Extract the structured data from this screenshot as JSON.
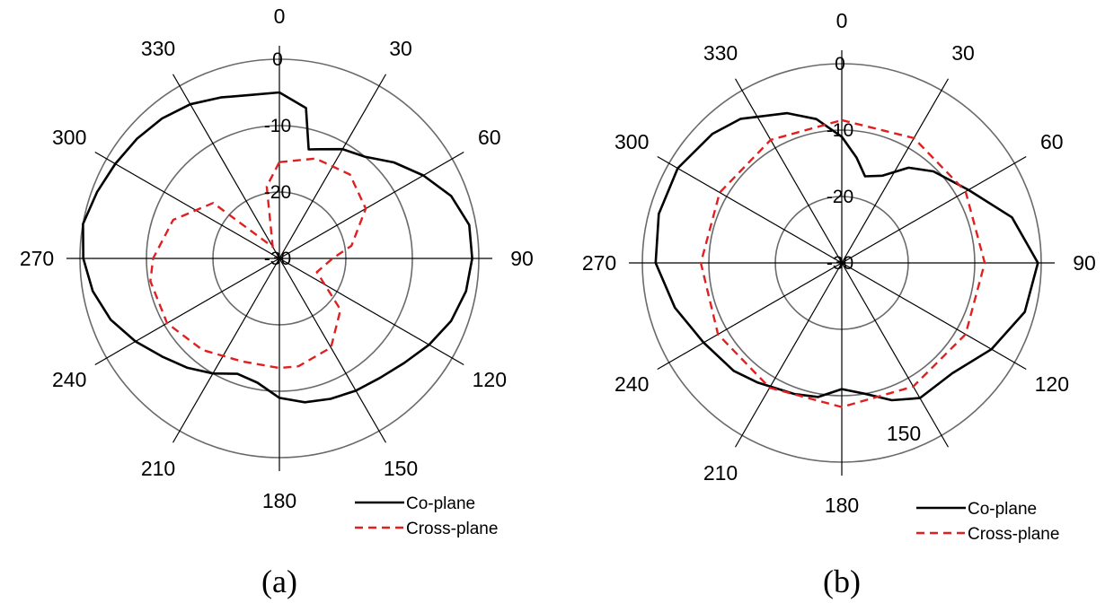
{
  "chart_data": [
    {
      "type": "polar-line",
      "caption": "(a)",
      "angle_labels": [
        "0",
        "30",
        "60",
        "90",
        "120",
        "150",
        "180",
        "210",
        "240",
        "270",
        "300",
        "330"
      ],
      "radial_labels": [
        "0",
        "-10",
        "-20",
        "-30"
      ],
      "rlim": [
        -30,
        0
      ],
      "grid": true,
      "legend_position": "bottom-right",
      "series": [
        {
          "name": "Co-plane",
          "style": "solid",
          "color": "#000000",
          "theta": [
            0,
            10,
            15,
            20,
            30,
            40,
            50,
            60,
            70,
            80,
            90,
            100,
            110,
            120,
            130,
            140,
            150,
            160,
            170,
            180,
            190,
            200,
            210,
            220,
            230,
            240,
            250,
            260,
            270,
            280,
            290,
            300,
            310,
            320,
            330,
            340,
            350,
            360
          ],
          "r": [
            -5,
            -7,
            -13,
            -12.5,
            -11,
            -10,
            -7.5,
            -5,
            -2.5,
            -1,
            -1,
            -1.5,
            -2.5,
            -4,
            -5.5,
            -6.5,
            -7,
            -7.5,
            -8,
            -9,
            -11,
            -11.5,
            -10,
            -8.5,
            -7,
            -5,
            -3,
            -1.5,
            -0.5,
            0,
            -0.8,
            -1.5,
            -2,
            -2.5,
            -3.2,
            -4.2,
            -5,
            -5
          ]
        },
        {
          "name": "Cross-plane",
          "style": "dashed",
          "color": "#e02020",
          "theta": [
            0,
            20,
            40,
            60,
            80,
            90,
            110,
            130,
            150,
            170,
            180,
            200,
            220,
            240,
            260,
            270,
            290,
            310,
            330,
            350,
            360
          ],
          "r": [
            -15.5,
            -14,
            -13.5,
            -15,
            -19,
            -22,
            -24,
            -18,
            -14.5,
            -13.5,
            -13.5,
            -13.5,
            -12,
            -10.5,
            -10.3,
            -11,
            -13,
            -17,
            -28,
            -19,
            -15.5
          ]
        }
      ]
    },
    {
      "type": "polar-line",
      "caption": "(b)",
      "angle_labels": [
        "0",
        "30",
        "60",
        "90",
        "120",
        "150",
        "180",
        "210",
        "240",
        "270",
        "300",
        "330"
      ],
      "radial_labels": [
        "0",
        "-10",
        "-20",
        "-30"
      ],
      "rlim": [
        -30,
        0
      ],
      "grid": true,
      "legend_position": "bottom-right",
      "series": [
        {
          "name": "Co-plane",
          "style": "solid",
          "color": "#000000",
          "theta": [
            0,
            8,
            15,
            25,
            35,
            45,
            60,
            75,
            90,
            105,
            120,
            135,
            150,
            160,
            170,
            180,
            190,
            200,
            215,
            225,
            240,
            255,
            270,
            285,
            300,
            315,
            325,
            340,
            350,
            360
          ],
          "r": [
            -11,
            -14,
            -16.5,
            -15.5,
            -12.5,
            -10.5,
            -8,
            -3.5,
            -0.5,
            -1.5,
            -4,
            -6.5,
            -6.5,
            -8,
            -10,
            -11,
            -9.5,
            -9,
            -8,
            -7,
            -6,
            -4,
            -2,
            -1.5,
            -1.5,
            -2.5,
            -3.5,
            -6,
            -8,
            -11
          ]
        },
        {
          "name": "Cross-plane",
          "style": "dashed",
          "color": "#e02020",
          "theta": [
            0,
            30,
            60,
            90,
            120,
            150,
            180,
            210,
            240,
            270,
            300,
            330,
            360
          ],
          "r": [
            -8.5,
            -8.3,
            -8.5,
            -8.5,
            -8.5,
            -8.5,
            -8.3,
            -8.3,
            -8.5,
            -8.8,
            -8.8,
            -8.6,
            -8.5
          ]
        }
      ]
    }
  ]
}
